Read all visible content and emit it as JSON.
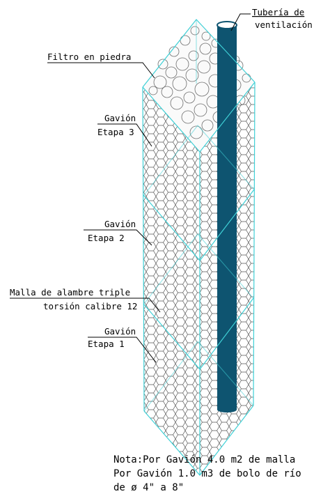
{
  "labels": {
    "tuberia_line1": "Tubería de",
    "tuberia_line2": "ventilación",
    "filtro": "Filtro en piedra",
    "gavion3_line1": "Gavión",
    "gavion3_line2": "Etapa 3",
    "gavion2_line1": "Gavión",
    "gavion2_line2": "Etapa 2",
    "malla_line1": "Malla de alambre triple",
    "malla_line2": "torsión calibre 12",
    "gavion1_line1": "Gavión",
    "gavion1_line2": "Etapa 1"
  },
  "note": {
    "line1": "Nota:Por Gavión 4.0 m2 de malla",
    "line2": "Por Gavión 1.0 m3 de bolo de río",
    "line3": "de ø 4\" a 8\""
  },
  "colors": {
    "pipe": "#0e5470",
    "pipe_top": "#ffffff",
    "frame_edges": "#3fd0d6",
    "mesh": "#555555",
    "stones": "#6d6d6d"
  }
}
